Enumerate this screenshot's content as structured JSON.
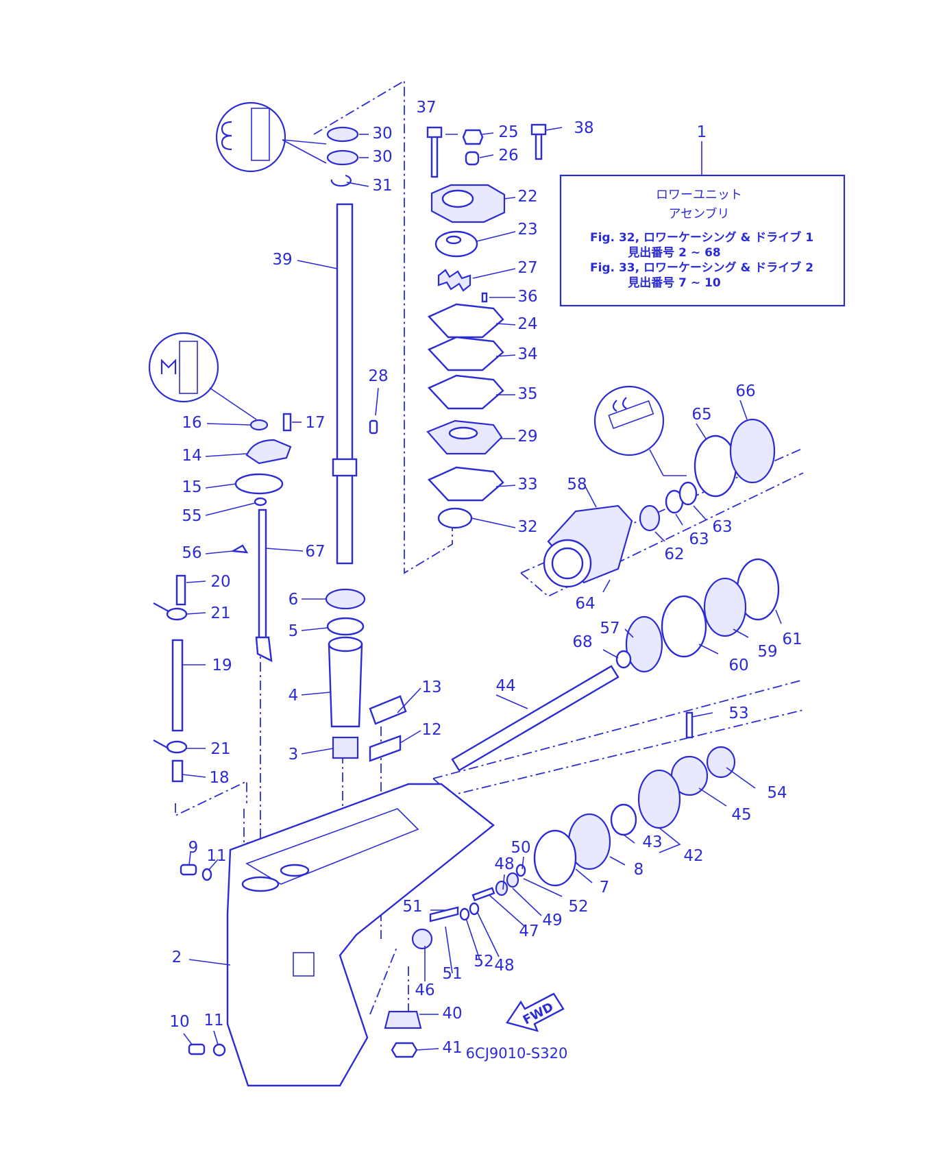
{
  "diagram": {
    "accent_color": "#2b2bd6",
    "info_box": {
      "line1": "ロワーユニット",
      "line2": "アセンブリ",
      "line3": "Fig. 32, ロワーケーシング & ドライブ 1",
      "line4": "見出番号 2 ~ 68",
      "line5": "Fig. 33, ロワーケーシング & ドライブ 2",
      "line6": "見出番号 7 ~ 10"
    },
    "fwd_label": "FWD",
    "diagram_code": "6CJ9010-S320",
    "callouts": {
      "c1": "1",
      "c2": "2",
      "c3": "3",
      "c4": "4",
      "c5": "5",
      "c6": "6",
      "c7": "7",
      "c8": "8",
      "c9": "9",
      "c10": "10",
      "c11a": "11",
      "c11b": "11",
      "c12": "12",
      "c13": "13",
      "c14": "14",
      "c15": "15",
      "c16": "16",
      "c17": "17",
      "c18": "18",
      "c19": "19",
      "c20": "20",
      "c21a": "21",
      "c21b": "21",
      "c22": "22",
      "c23": "23",
      "c24": "24",
      "c25": "25",
      "c26": "26",
      "c27": "27",
      "c28": "28",
      "c29": "29",
      "c30a": "30",
      "c30b": "30",
      "c31": "31",
      "c32": "32",
      "c33": "33",
      "c34": "34",
      "c35": "35",
      "c36": "36",
      "c37": "37",
      "c38": "38",
      "c39": "39",
      "c40": "40",
      "c41": "41",
      "c42": "42",
      "c43": "43",
      "c44": "44",
      "c45": "45",
      "c46": "46",
      "c47": "47",
      "c48a": "48",
      "c48b": "48",
      "c49": "49",
      "c50": "50",
      "c51a": "51",
      "c51b": "51",
      "c52a": "52",
      "c52b": "52",
      "c53": "53",
      "c54": "54",
      "c55": "55",
      "c56": "56",
      "c57": "57",
      "c58": "58",
      "c59": "59",
      "c60": "60",
      "c61": "61",
      "c62": "62",
      "c63a": "63",
      "c63b": "63",
      "c64": "64",
      "c65": "65",
      "c66": "66",
      "c67": "67",
      "c68": "68"
    }
  }
}
